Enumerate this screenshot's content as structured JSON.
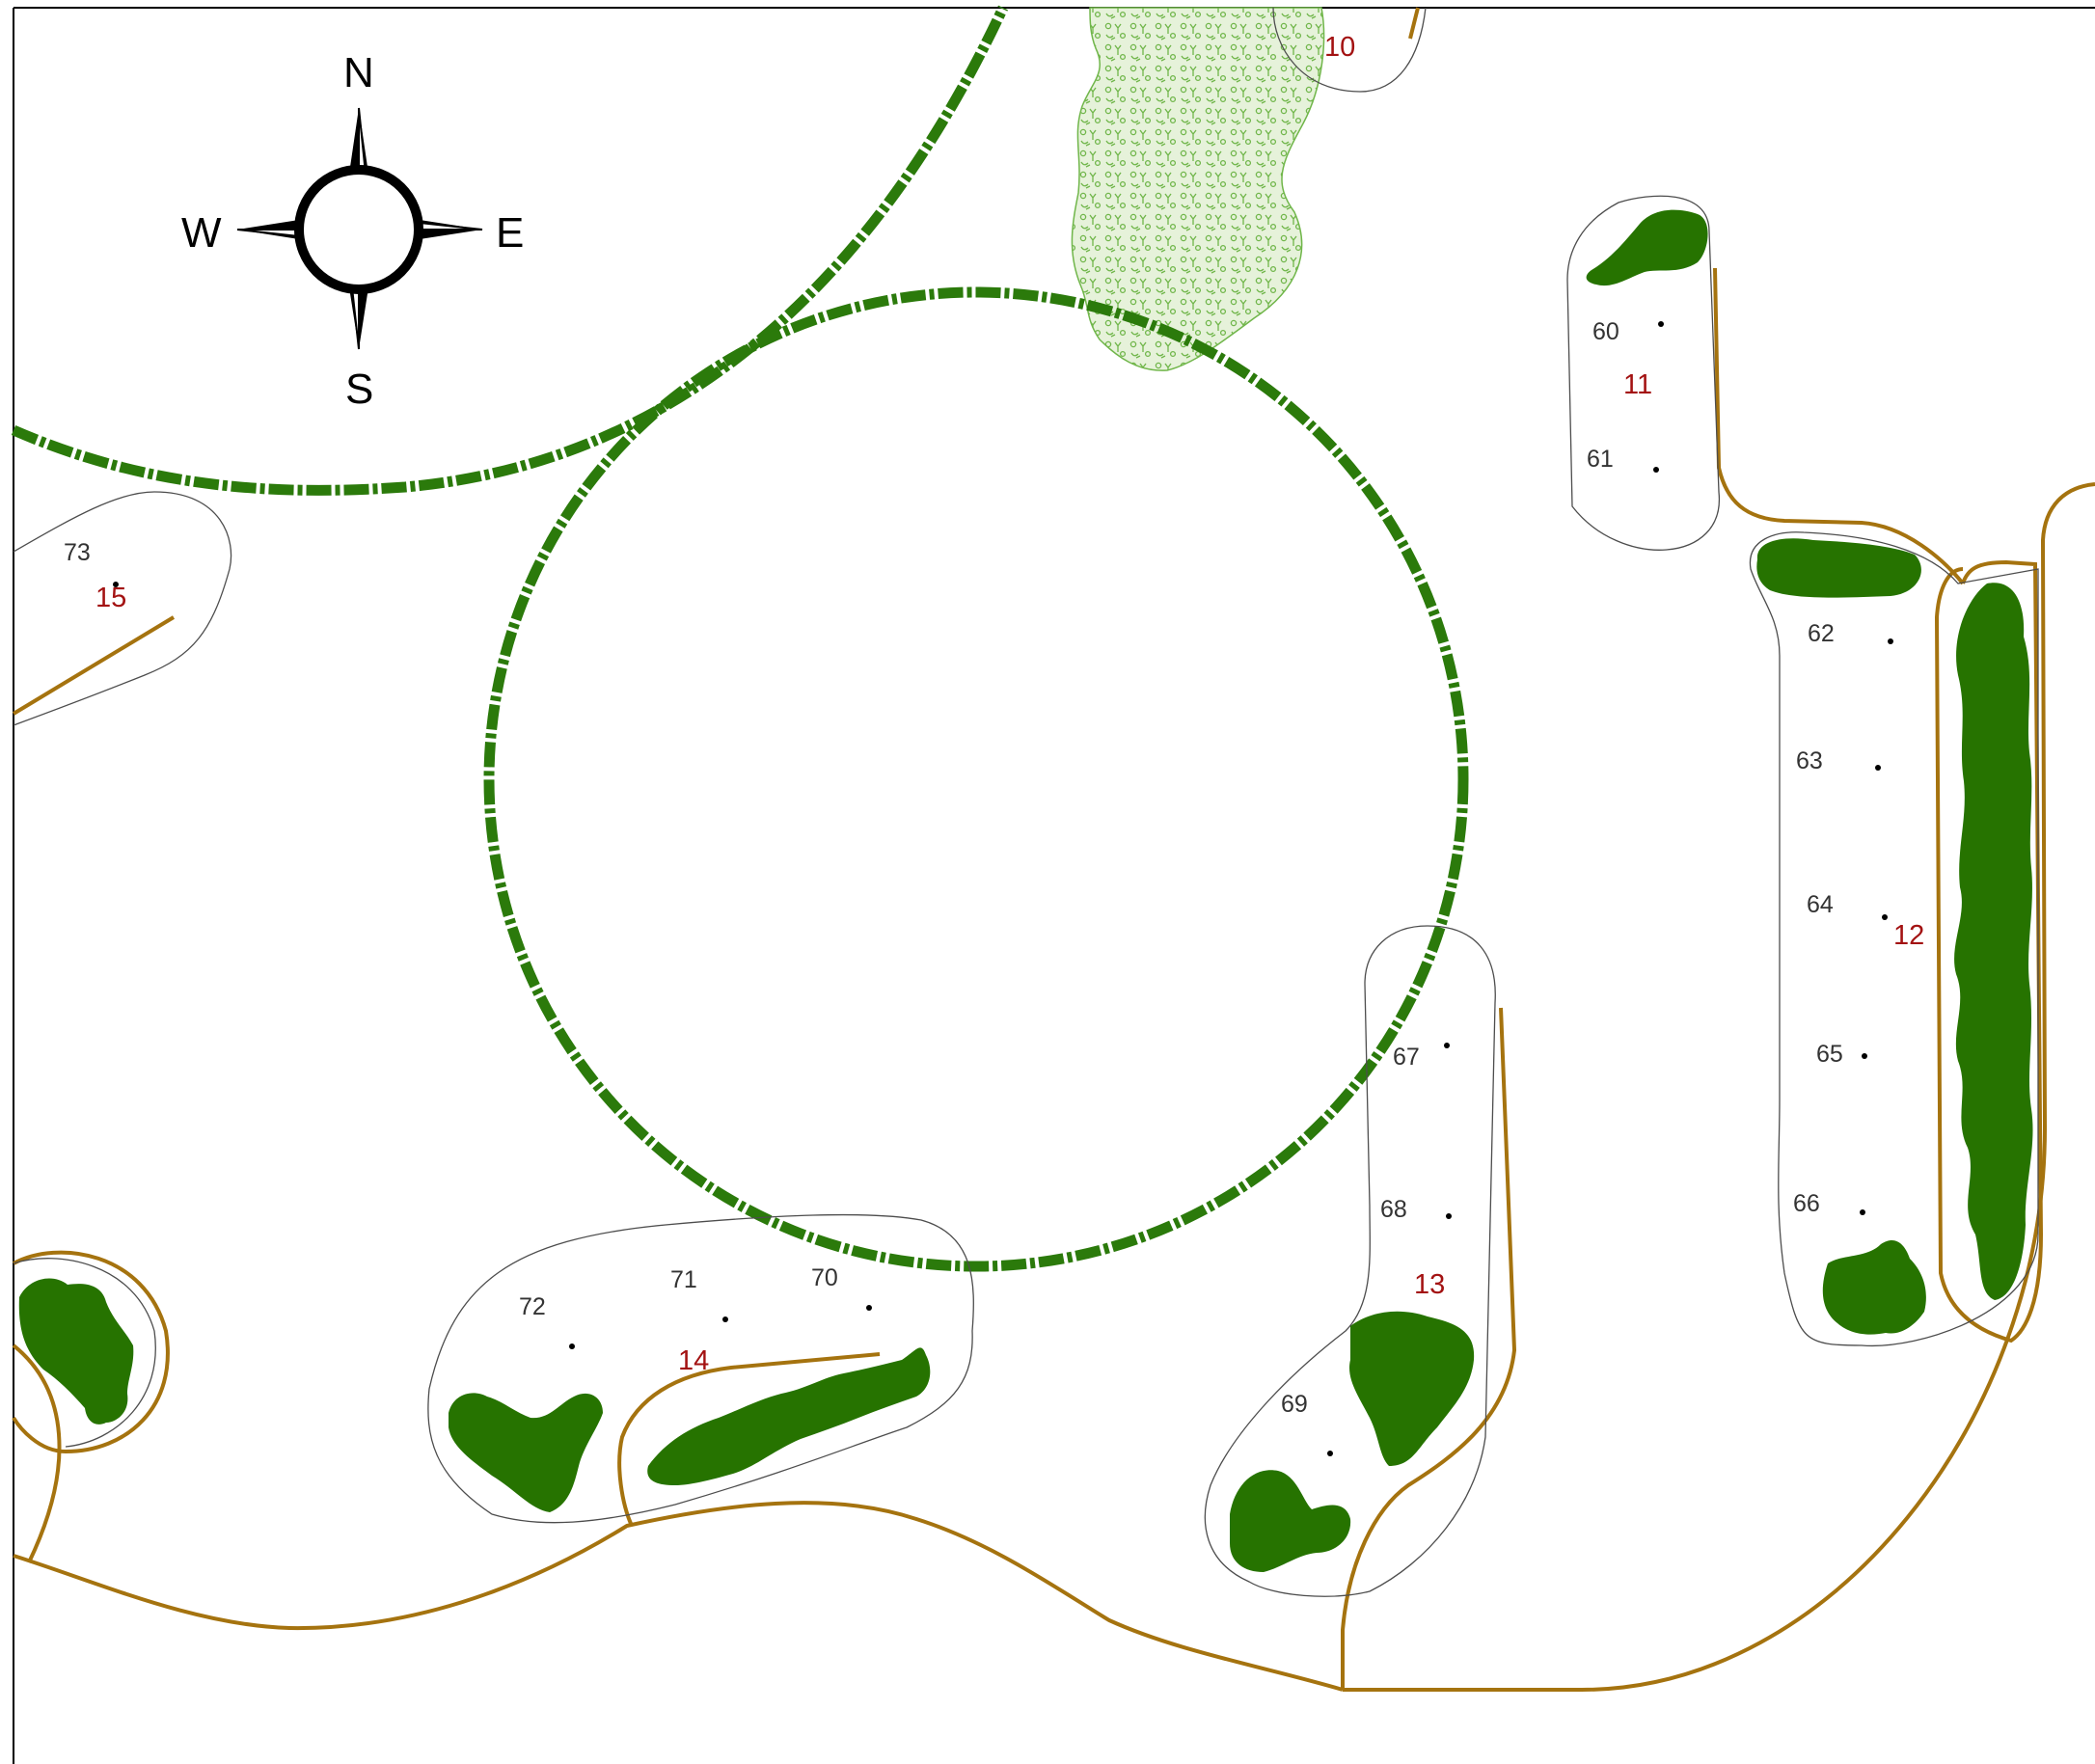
{
  "colors": {
    "background": "#ffffff",
    "path": "#a5730f",
    "hedge": "#2b7a0b",
    "shrub": "#267300",
    "groundcover": "#70b64a",
    "groundcover_fill": "#e6f2da",
    "bed_outline": "#4d4d4d",
    "plant_number": "#333333",
    "bed_number": "#a31212",
    "compass": "#000000"
  },
  "compass": {
    "north": "N",
    "south": "S",
    "east": "E",
    "west": "W",
    "icon": "compass-rose-icon"
  },
  "beds": [
    {
      "id": "bed-10",
      "label": "10"
    },
    {
      "id": "bed-11",
      "label": "11"
    },
    {
      "id": "bed-12",
      "label": "12"
    },
    {
      "id": "bed-13",
      "label": "13"
    },
    {
      "id": "bed-14",
      "label": "14"
    },
    {
      "id": "bed-15",
      "label": "15"
    }
  ],
  "plants": [
    {
      "id": "plant-60",
      "label": "60"
    },
    {
      "id": "plant-61",
      "label": "61"
    },
    {
      "id": "plant-62",
      "label": "62"
    },
    {
      "id": "plant-63",
      "label": "63"
    },
    {
      "id": "plant-64",
      "label": "64"
    },
    {
      "id": "plant-65",
      "label": "65"
    },
    {
      "id": "plant-66",
      "label": "66"
    },
    {
      "id": "plant-67",
      "label": "67"
    },
    {
      "id": "plant-68",
      "label": "68"
    },
    {
      "id": "plant-69",
      "label": "69"
    },
    {
      "id": "plant-70",
      "label": "70"
    },
    {
      "id": "plant-71",
      "label": "71"
    },
    {
      "id": "plant-72",
      "label": "72"
    },
    {
      "id": "plant-73",
      "label": "73"
    }
  ]
}
